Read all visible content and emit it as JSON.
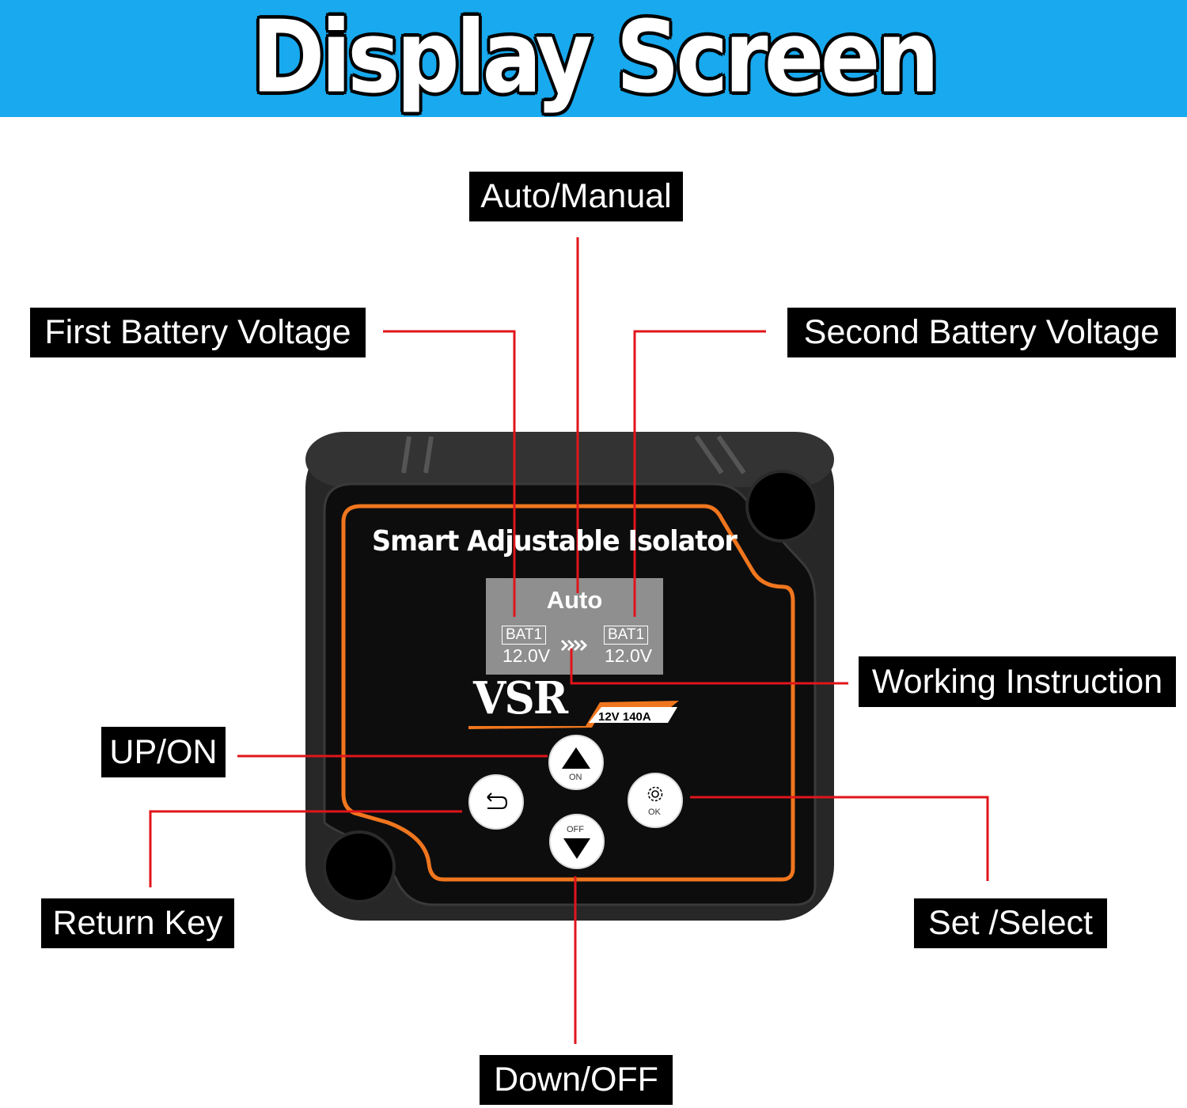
{
  "header": {
    "title": "Display Screen"
  },
  "callouts": {
    "auto_manual": "Auto/Manual",
    "first_battery": "First Battery Voltage",
    "second_battery": "Second Battery Voltage",
    "working_instruction": "Working Instruction",
    "up_on": "UP/ON",
    "return_key": "Return Key",
    "set_select": "Set /Select",
    "down_off": "Down/OFF"
  },
  "device": {
    "title": "Smart Adjustable Isolator",
    "screen": {
      "mode": "Auto",
      "bat1_label": "BAT1",
      "bat1_voltage": "12.0V",
      "bat2_label": "BAT1",
      "bat2_voltage": "12.0V",
      "flow_icon": "chevrons-right-icon"
    },
    "brand": "VSR",
    "rating": "12V 140A",
    "buttons": {
      "up_caption": "ON",
      "down_caption": "OFF",
      "ok_caption": "OK",
      "return_icon": "return-arrow-icon",
      "ok_icon": "gear-icon"
    }
  },
  "colors": {
    "header_bg": "#18a9ee",
    "accent_orange": "#f0761e",
    "leader_red": "#e0151b",
    "screen_gray": "#8f8f8f"
  }
}
